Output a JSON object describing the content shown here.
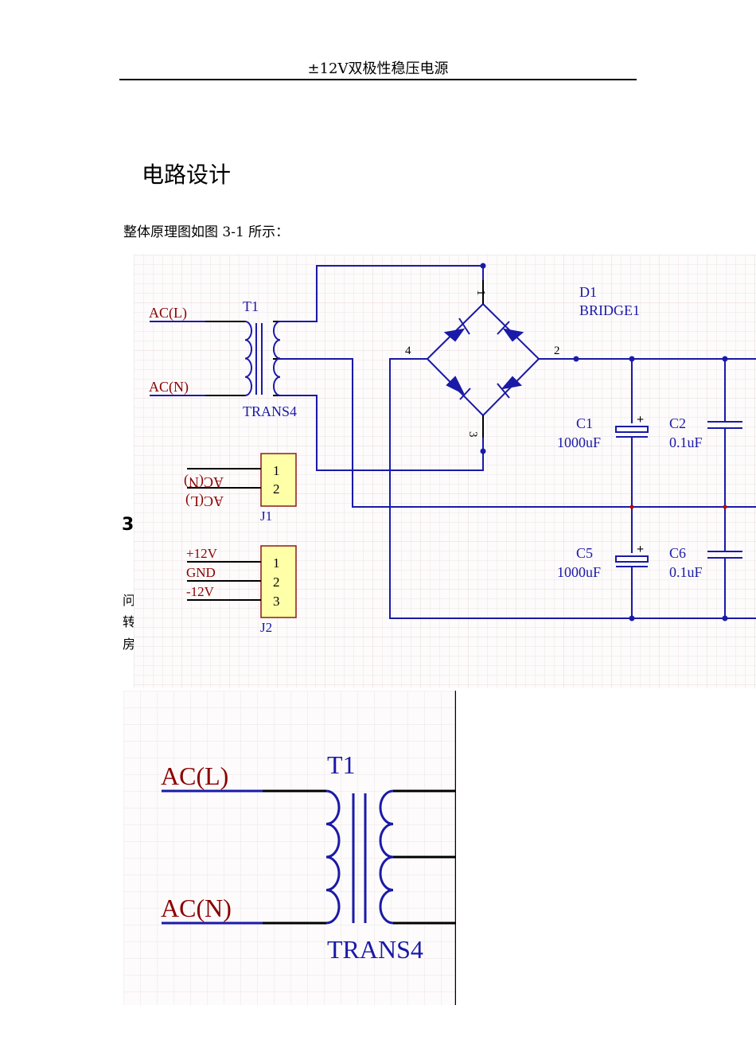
{
  "header": {
    "title": "±12V双极性稳压电源"
  },
  "section": {
    "heading": "电路设计",
    "intro": "整体原理图如图 3-1 所示："
  },
  "hidden_text": {
    "number": "3",
    "line1": "问",
    "line2": "转",
    "line3": "房"
  },
  "schematic": {
    "transformer": {
      "designator": "T1",
      "comment": "TRANS4"
    },
    "inputs": {
      "line": "AC(L)",
      "neutral": "AC(N)"
    },
    "bridge": {
      "designator": "D1",
      "comment": "BRIDGE1",
      "pins": {
        "p1": "1",
        "p2": "2",
        "p3": "3",
        "p4": "4"
      }
    },
    "capacitors": {
      "c1": {
        "designator": "C1",
        "value": "1000uF"
      },
      "c2": {
        "designator": "C2",
        "value": "0.1uF"
      },
      "c5": {
        "designator": "C5",
        "value": "1000uF"
      },
      "c6": {
        "designator": "C6",
        "value": "0.1uF"
      },
      "polarity": "+"
    },
    "j1": {
      "designator": "J1",
      "pins": [
        "1",
        "2"
      ],
      "nets": [
        "AC(N)",
        "AC(L)"
      ]
    },
    "j2": {
      "designator": "J2",
      "pins": [
        "1",
        "2",
        "3"
      ],
      "nets": [
        "+12V",
        "GND",
        "-12V"
      ]
    }
  },
  "zoom": {
    "designator": "T1",
    "comment": "TRANS4",
    "line": "AC(L)",
    "neutral": "AC(N)"
  },
  "colors": {
    "wire": "#1a1aa8",
    "label": "#8b0000",
    "component_fill": "#ffffa8",
    "component_border": "#8b1a1a",
    "grid": "#efe6e6",
    "background": "#fdfbfb"
  }
}
